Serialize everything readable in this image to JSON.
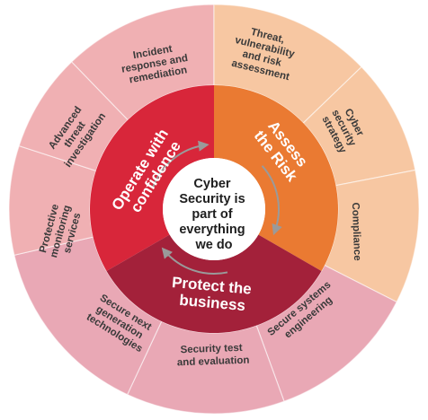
{
  "center": {
    "lines": [
      "Cyber",
      "Security is",
      "part of",
      "everything",
      "we do"
    ]
  },
  "middle_ring": {
    "sectors": [
      {
        "key": "operate",
        "label": [
          "Operate with",
          "confidence"
        ],
        "color": "#d8263a"
      },
      {
        "key": "assess",
        "label": [
          "Assess",
          "the Risk"
        ],
        "color": "#ea7a32"
      },
      {
        "key": "protect",
        "label": [
          "Protect the",
          "business"
        ],
        "color": "#a3213a"
      }
    ]
  },
  "outer_ring": {
    "colors": {
      "operate": "#f0b0b3",
      "assess": "#f7c7a2",
      "protect": "#e9a8b5"
    },
    "segments": [
      {
        "key": "incident",
        "group": "operate",
        "lines": [
          "Incident",
          "response and",
          "remediation"
        ]
      },
      {
        "key": "threat",
        "group": "assess",
        "lines": [
          "Threat,",
          "vulnerability",
          "and risk",
          "assessment"
        ]
      },
      {
        "key": "strategy",
        "group": "assess",
        "lines": [
          "Cyber",
          "security",
          "strategy"
        ]
      },
      {
        "key": "compliance",
        "group": "assess",
        "lines": [
          "Compliance"
        ]
      },
      {
        "key": "secure-systems",
        "group": "protect",
        "lines": [
          "Secure systems",
          "engineering"
        ]
      },
      {
        "key": "security-test",
        "group": "protect",
        "lines": [
          "Security test",
          "and evaluation"
        ]
      },
      {
        "key": "next-gen",
        "group": "protect",
        "lines": [
          "Secure next",
          "generation",
          "technologies"
        ]
      },
      {
        "key": "monitoring",
        "group": "operate",
        "lines": [
          "Protective",
          "monitoring",
          "services"
        ]
      },
      {
        "key": "investigation",
        "group": "operate",
        "lines": [
          "Advanced",
          "threat",
          "investigation"
        ]
      }
    ]
  }
}
